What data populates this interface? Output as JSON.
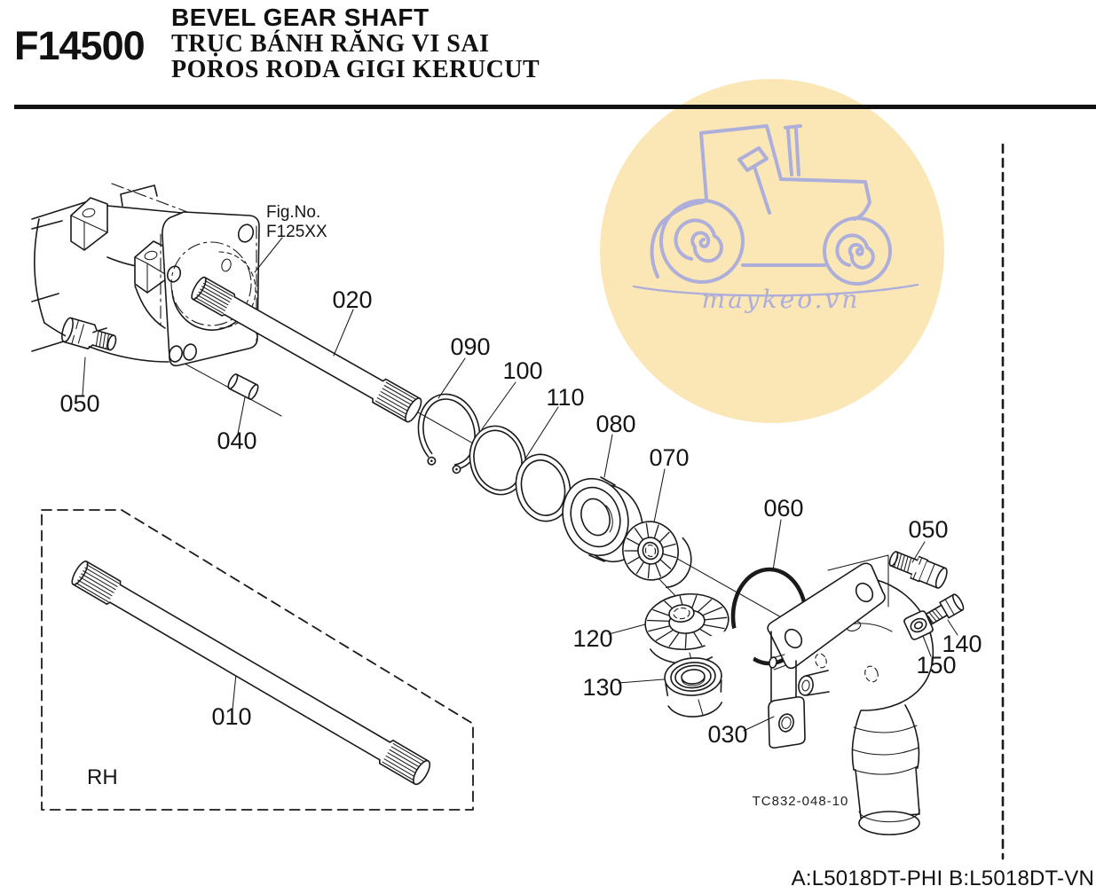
{
  "header": {
    "code": "F14500",
    "title_en": "BEVEL GEAR SHAFT",
    "title_vi": "TRỤC BÁNH RĂNG VI SAI",
    "title_id": "POROS RODA GIGI KERUCUT"
  },
  "figure": {
    "fig_no_label": "Fig.No.",
    "fig_no_value": "F125XX",
    "drawing_code": "TC832-048-10",
    "rh_label": "RH",
    "callouts": {
      "c020": "020",
      "c090": "090",
      "c100": "100",
      "c110": "110",
      "c080": "080",
      "c070": "070",
      "c060": "060",
      "c050_right": "050",
      "c050_left": "050",
      "c040": "040",
      "c140": "140",
      "c150": "150",
      "c120": "120",
      "c130": "130",
      "c030": "030",
      "c010": "010"
    }
  },
  "watermark": {
    "text": "maykeo.vn",
    "circle_color": "#FBE7B6",
    "art_color": "#AEAEDB"
  },
  "footer": {
    "models": "A:L5018DT-PHI B:L5018DT-VN"
  }
}
